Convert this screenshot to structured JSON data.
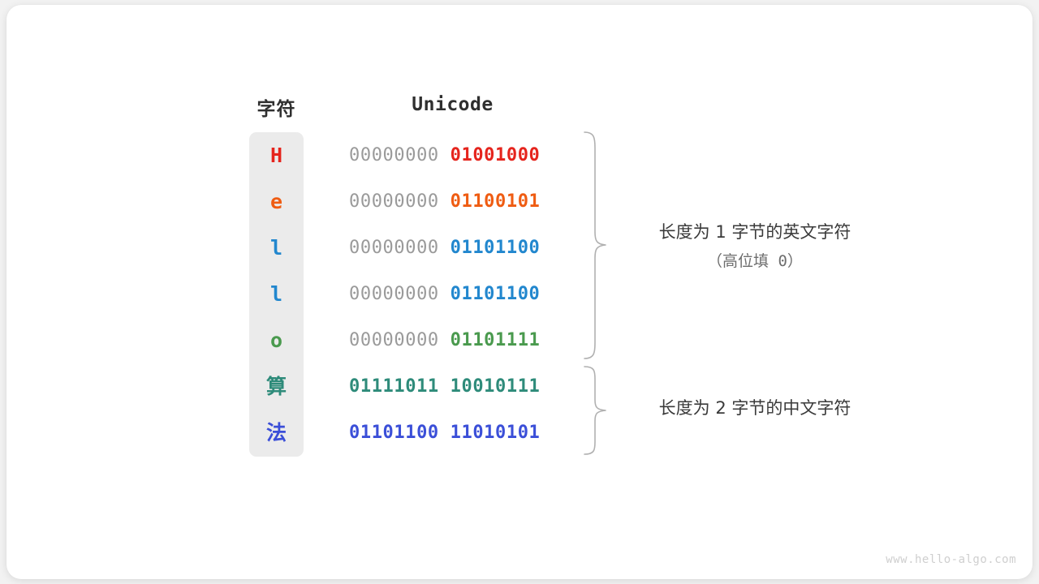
{
  "headers": {
    "character": "字符",
    "unicode": "Unicode"
  },
  "colors": {
    "panel_bg": "#ebebeb",
    "card_bg": "#ffffff",
    "page_bg": "#f2f2f2",
    "high_byte_gray": "#9a9a9a",
    "red": "#e5241d",
    "orange": "#ef5c12",
    "blue": "#2287ce",
    "green": "#4a9a4e",
    "teal": "#2e8b7a",
    "indigo": "#3b4fd8",
    "annotation_text": "#3a3a3a",
    "annotation_sub": "#6d6d6d",
    "watermark": "#cfcfcf"
  },
  "rows": [
    {
      "char": "H",
      "color": "#e5241d",
      "cjk": false,
      "high_byte": "00000000",
      "low_byte": "01001000",
      "high_is_significant": false
    },
    {
      "char": "e",
      "color": "#ef5c12",
      "cjk": false,
      "high_byte": "00000000",
      "low_byte": "01100101",
      "high_is_significant": false
    },
    {
      "char": "l",
      "color": "#2287ce",
      "cjk": false,
      "high_byte": "00000000",
      "low_byte": "01101100",
      "high_is_significant": false
    },
    {
      "char": "l",
      "color": "#2287ce",
      "cjk": false,
      "high_byte": "00000000",
      "low_byte": "01101100",
      "high_is_significant": false
    },
    {
      "char": "o",
      "color": "#4a9a4e",
      "cjk": false,
      "high_byte": "00000000",
      "low_byte": "01101111",
      "high_is_significant": false
    },
    {
      "char": "算",
      "color": "#2e8b7a",
      "cjk": true,
      "high_byte": "01111011",
      "low_byte": "10010111",
      "high_is_significant": true
    },
    {
      "char": "法",
      "color": "#3b4fd8",
      "cjk": true,
      "high_byte": "01101100",
      "low_byte": "11010101",
      "high_is_significant": true
    }
  ],
  "annotations": {
    "group_one": {
      "main": "长度为 1 字节的英文字符",
      "sub": "（高位填 0）"
    },
    "group_two": {
      "main": "长度为 2 字节的中文字符"
    }
  },
  "watermark": "www.hello-algo.com"
}
